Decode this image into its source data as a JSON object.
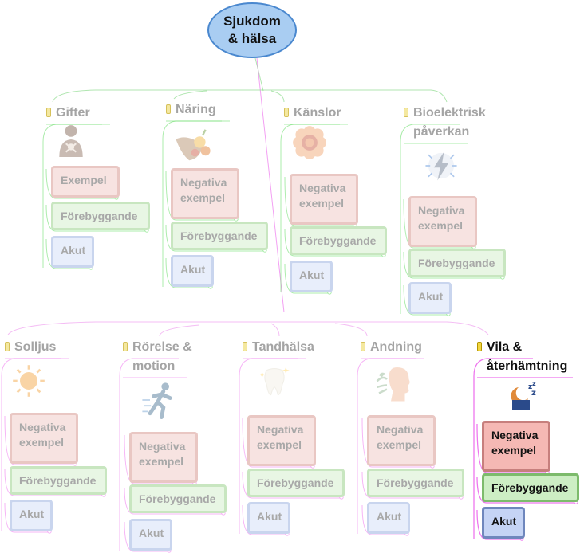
{
  "root": {
    "label": "Sjukdom\n& hälsa"
  },
  "colors": {
    "upper_branch": "#66dd66",
    "lower_branch": "#ee77ee",
    "root_fill": "#a9cdf2",
    "root_border": "#4a88cf"
  },
  "labels": {
    "negative": "Negativa\nexempel",
    "preventive": "Förebyggande",
    "acute": "Akut"
  },
  "topics": [
    {
      "label": "Gifter",
      "icon": "skull-body-icon",
      "negative_label": "Exempel",
      "active": false
    },
    {
      "label": "Näring",
      "icon": "food-basket-icon",
      "active": false
    },
    {
      "label": "Känslor",
      "icon": "flower-icon",
      "active": false
    },
    {
      "label": "Bioelektrisk\npåverkan",
      "icon": "lightning-icon",
      "active": false
    },
    {
      "label": "Solljus",
      "icon": "sun-icon",
      "active": false
    },
    {
      "label": "Rörelse &\nmotion",
      "icon": "runner-icon",
      "active": false
    },
    {
      "label": "Tandhälsa",
      "icon": "tooth-icon",
      "active": false
    },
    {
      "label": "Andning",
      "icon": "breathing-head-icon",
      "active": false
    },
    {
      "label": "Vila &\nåterhämtning",
      "icon": "sleep-icon",
      "active": true
    }
  ]
}
